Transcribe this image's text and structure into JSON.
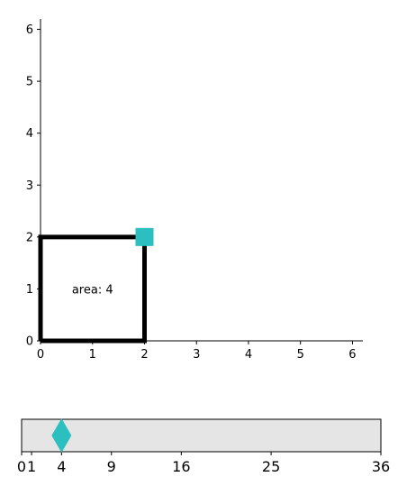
{
  "chart_data": [
    {
      "type": "line",
      "xlim": [
        0,
        6.2
      ],
      "ylim": [
        0,
        6.2
      ],
      "xticks": [
        "0",
        "1",
        "2",
        "3",
        "4",
        "5",
        "6"
      ],
      "yticks": [
        "0",
        "1",
        "2",
        "3",
        "4",
        "5",
        "6"
      ],
      "grid": false,
      "series": [
        {
          "x": [
            0,
            2,
            2,
            0,
            0
          ],
          "y": [
            0,
            0,
            2,
            2,
            0
          ],
          "color": "#000000"
        }
      ],
      "marker": {
        "shape": "square",
        "x": 2,
        "y": 2,
        "color": "#2bbfbf"
      },
      "annotation": {
        "text": "area: 4",
        "x": 1,
        "y": 1
      }
    },
    {
      "type": "slider",
      "min": 0,
      "max": 36,
      "value": 4,
      "ticks": [
        {
          "label": "0",
          "value": 0
        },
        {
          "label": "1",
          "value": 1
        },
        {
          "label": "4",
          "value": 4
        },
        {
          "label": "9",
          "value": 9
        },
        {
          "label": "16",
          "value": 16
        },
        {
          "label": "25",
          "value": 25
        },
        {
          "label": "36",
          "value": 36
        }
      ],
      "track_color": "#e5e5e5",
      "handle_color": "#2bbfbf"
    }
  ]
}
